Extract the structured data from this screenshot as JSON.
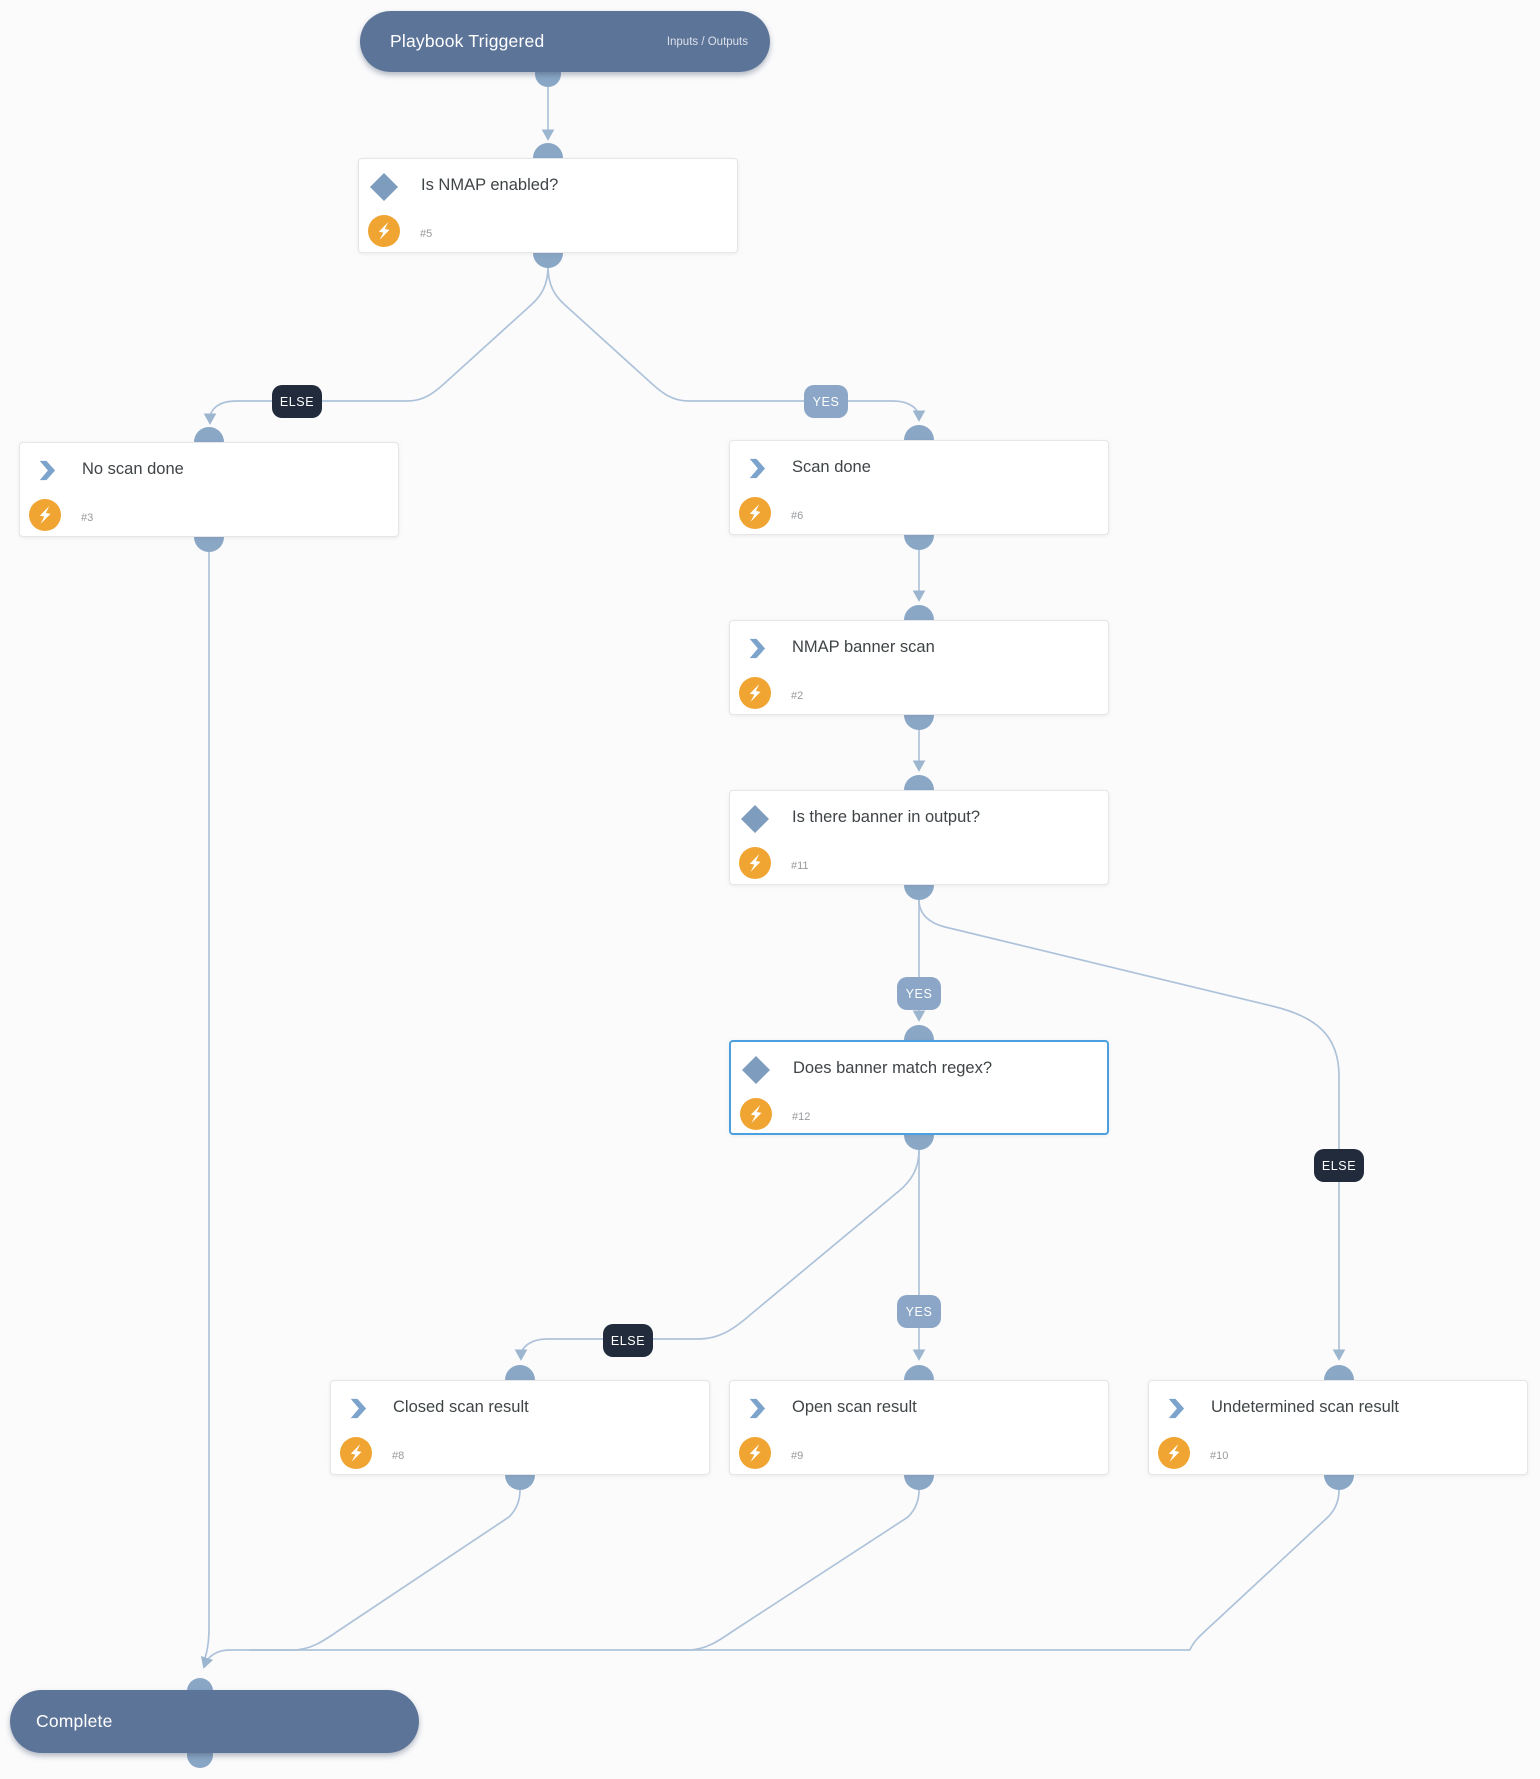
{
  "header": {
    "title": "Playbook Triggered",
    "link_label": "Inputs / Outputs"
  },
  "footer": {
    "title": "Complete"
  },
  "badges": {
    "yes": "YES",
    "else": "ELSE"
  },
  "nodes": {
    "is_nmap_enabled": {
      "title": "Is NMAP enabled?",
      "id": "#5",
      "type": "condition",
      "selected": false
    },
    "no_scan_done": {
      "title": "No scan done",
      "id": "#3",
      "type": "action",
      "selected": false
    },
    "scan_done": {
      "title": "Scan done",
      "id": "#6",
      "type": "action",
      "selected": false
    },
    "nmap_banner_scan": {
      "title": "NMAP banner scan",
      "id": "#2",
      "type": "action",
      "selected": false
    },
    "is_there_banner": {
      "title": "Is there banner in output?",
      "id": "#11",
      "type": "condition",
      "selected": false
    },
    "banner_match_regex": {
      "title": "Does banner match regex?",
      "id": "#12",
      "type": "condition",
      "selected": true
    },
    "closed_scan_result": {
      "title": "Closed scan result",
      "id": "#8",
      "type": "action",
      "selected": false
    },
    "open_scan_result": {
      "title": "Open scan result",
      "id": "#9",
      "type": "action",
      "selected": false
    },
    "undetermined_scan_result": {
      "title": "Undetermined scan result",
      "id": "#10",
      "type": "action",
      "selected": false
    }
  },
  "colors": {
    "pill_bg": "#5d7499",
    "edge_line": "#aec3d9",
    "connector_dot": "#8aa7c6",
    "yes_badge_bg": "#8ba6c6",
    "else_badge_bg": "#212b3b",
    "selected_border": "#4da0e0",
    "bolt_bg": "#f0a532",
    "icon_blue": "#7ba3cb",
    "diamond_blue": "#7d9cbe",
    "title_text": "#3f4447",
    "id_text": "#97999c"
  }
}
